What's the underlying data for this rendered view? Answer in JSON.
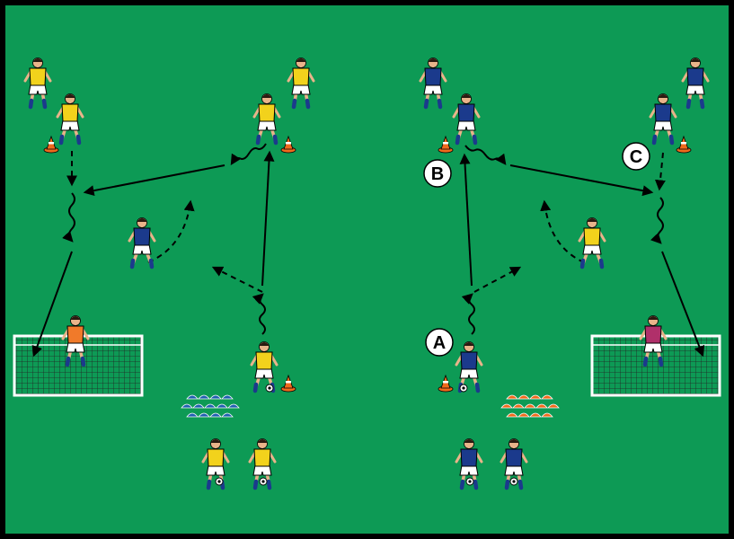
{
  "diagram": {
    "colors": {
      "border": "#000000",
      "pitch": "#0d9a55",
      "team_a_shirt": "#f2d21c",
      "team_b_shirt": "#1b3a8c",
      "shorts": "#ffffff",
      "socks": "#1b3a8c",
      "skin": "#e9b48a",
      "hair": "#2a1a10",
      "goalkeeper_left": "#f07a2a",
      "goalkeeper_right": "#b0306a",
      "cone": "#f06a1c",
      "disc_left": "#1f5fb0",
      "disc_right": "#f06a1c",
      "goal_net": "#1a1a1a",
      "goal_frame": "#ffffff",
      "arrow": "#000000",
      "label_fill": "#ffffff"
    },
    "labels": {
      "a": "A",
      "b": "B",
      "c": "C"
    },
    "icons": [
      "player-icon",
      "goalkeeper-icon",
      "cone-icon",
      "disc-cone-icon",
      "ball-icon",
      "goal-icon"
    ]
  }
}
